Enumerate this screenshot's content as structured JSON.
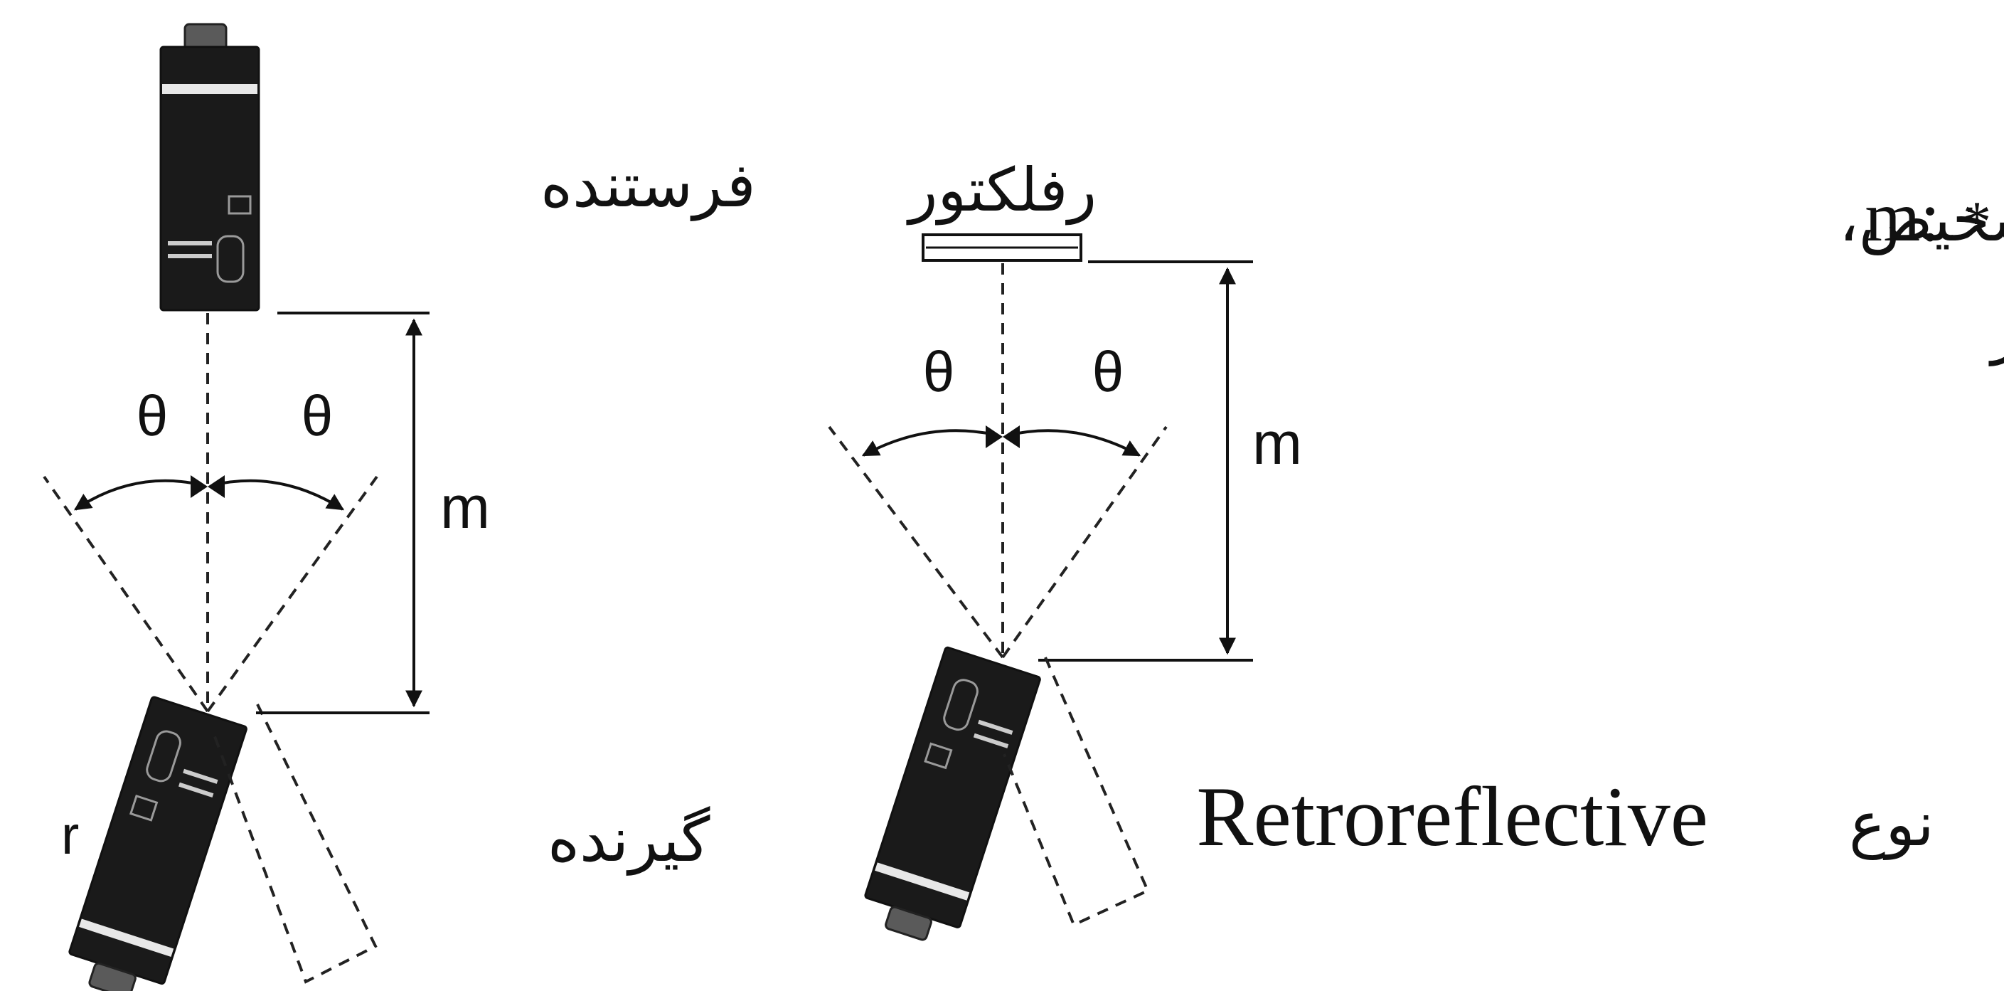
{
  "labels": {
    "transmitter": "فرستنده",
    "receiver": "گیرنده",
    "reflector": "رفلکتور",
    "distance_left": "m",
    "distance_right": "m",
    "theta": "θ",
    "stray_letter": "r",
    "note_symbol": "*",
    "note_line1_symbol": "m:",
    "note_line1_text": "فاصله تشخیص،",
    "note_line2": "تتا: زاویه سنسور",
    "type_word": "نوع",
    "type_name": "Retroreflective"
  },
  "colors": {
    "ink": "#111111",
    "sensor_body": "#1a1a1a",
    "background": "#ffffff"
  }
}
